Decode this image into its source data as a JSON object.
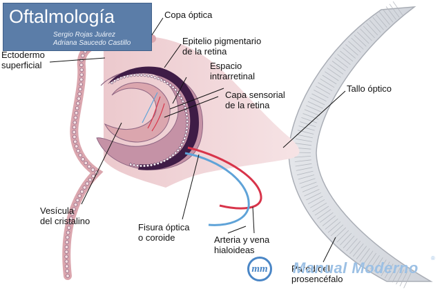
{
  "logo": {
    "title": "Oftalmología",
    "author_1": "Sergio Rojas Juárez",
    "author_2": "Adriana Saucedo Castillo"
  },
  "labels": {
    "copa_optica": "Copa óptica",
    "epitelio_1": "Epitelio pigmentario",
    "epitelio_2": "de la retina",
    "espacio_1": "Espacio",
    "espacio_2": "intrarretinal",
    "capa_1": "Capa sensorial",
    "capa_2": "de la retina",
    "tallo": "Tallo óptico",
    "ecto_1": "Ectodermo",
    "ecto_2": "superficial",
    "vesicula_1": "Vesícula",
    "vesicula_2": "del cristalino",
    "fisura_1": "Fisura óptica",
    "fisura_2": "o coroide",
    "arteria_1": "Arteria y vena",
    "arteria_2": "hialoideas",
    "pared_1": "Pared del",
    "pared_2": "prosencéfalo"
  },
  "publisher": {
    "monogram": "mm",
    "name": "Manual Moderno",
    "registered": "®"
  },
  "colors": {
    "stalk_pink": "#ecc9cd",
    "ectoderm_pink": "#dba6ae",
    "cell_border": "#8d6582",
    "pigment_purple": "#3f1c46",
    "sensory_mauve": "#c592a6",
    "brain_wall_gray": "#dadde2",
    "artery_red": "#d8344a",
    "vein_blue": "#5fa3d8",
    "logo_blue": "#5b7da8",
    "brand_blue": "#4a86c6"
  }
}
